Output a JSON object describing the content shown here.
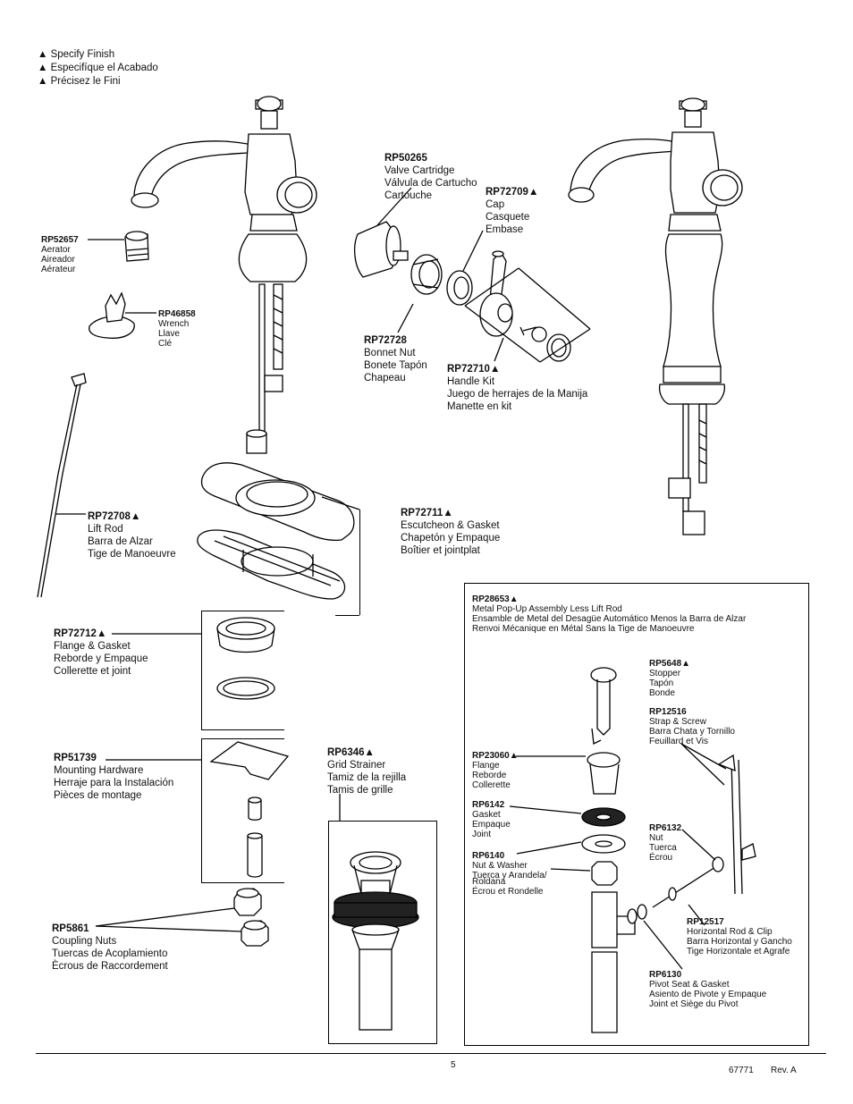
{
  "legend": {
    "symbol": "▲",
    "items": [
      "Specify Finish",
      "Especifíque el Acabado",
      "Précisez le Fini"
    ]
  },
  "parts": {
    "rp50265": {
      "code": "RP50265",
      "lines": [
        "Valve Cartridge",
        "Válvula de Cartucho",
        "Cartouche"
      ]
    },
    "rp72709": {
      "code": "RP72709▲",
      "lines": [
        "Cap",
        "Casquete",
        "Embase"
      ]
    },
    "rp52657": {
      "code": "RP52657",
      "lines": [
        "Aerator",
        "Aireador",
        "Aérateur"
      ]
    },
    "rp46858": {
      "code": "RP46858",
      "lines": [
        "Wrench",
        "Llave",
        "Clé"
      ]
    },
    "rp72728": {
      "code": "RP72728",
      "lines": [
        "Bonnet Nut",
        "Bonete Tapón",
        "Chapeau"
      ]
    },
    "rp72710": {
      "code": "RP72710▲",
      "lines": [
        "Handle Kit",
        "Juego de herrajes de la Manija",
        "Manette en kit"
      ]
    },
    "rp72708": {
      "code": "RP72708▲",
      "lines": [
        "Lift Rod",
        "Barra de Alzar",
        "Tige de Manoeuvre"
      ]
    },
    "rp72711": {
      "code": "RP72711▲",
      "lines": [
        "Escutcheon & Gasket",
        "Chapetón y Empaque",
        "Boîtier et jointplat"
      ]
    },
    "rp72712": {
      "code": "RP72712▲",
      "lines": [
        "Flange & Gasket",
        "Reborde y Empaque",
        "Collerette et joint"
      ]
    },
    "rp51739": {
      "code": "RP51739",
      "lines": [
        "Mounting Hardware",
        "Herraje para la Instalación",
        "Pièces de montage"
      ]
    },
    "rp6346": {
      "code": "RP6346▲",
      "lines": [
        "Grid Strainer",
        "Tamiz de la rejilla",
        "Tamis de grille"
      ]
    },
    "rp5861": {
      "code": "RP5861",
      "lines": [
        "Coupling Nuts",
        "Tuercas de Acoplamiento",
        "Ècrous de Raccordement"
      ]
    }
  },
  "popup": {
    "rp28653": {
      "code": "RP28653▲",
      "lines": [
        "Metal Pop-Up Assembly Less Lift Rod",
        "Ensamble de Metal del Desagüe Automático Menos la Barra de Alzar",
        "Renvoi Mécanique en Métal Sans la Tige de Manoeuvre"
      ]
    },
    "rp5648": {
      "code": "RP5648▲",
      "lines": [
        "Stopper",
        "Tapón",
        "Bonde"
      ]
    },
    "rp12516": {
      "code": "RP12516",
      "lines": [
        "Strap & Screw",
        "Barra Chata y Tornillo",
        "Feuillard et Vis"
      ]
    },
    "rp23060": {
      "code": "RP23060▲",
      "lines": [
        "Flange",
        "Reborde",
        "Collerette"
      ]
    },
    "rp6142": {
      "code": "RP6142",
      "lines": [
        "Gasket",
        "Empaque",
        "Joint"
      ]
    },
    "rp6132": {
      "code": "RP6132",
      "lines": [
        "Nut",
        "Tuerca",
        "Écrou"
      ]
    },
    "rp6140": {
      "code": "RP6140",
      "lines": [
        "Nut & Washer",
        "Tuerca y Arandela/",
        "Roldana",
        "Écrou et Rondelle"
      ]
    },
    "rp12517": {
      "code": "RP12517",
      "lines": [
        "Horizontal Rod & Clip",
        "Barra Horizontal y Gancho",
        "Tige Horizontale et Agrafe"
      ]
    },
    "rp6130": {
      "code": "RP6130",
      "lines": [
        "Pivot Seat & Gasket",
        "Asiento de Pivote y Empaque",
        "Joint et Siège du Pivot"
      ]
    }
  },
  "footer": {
    "page": "5",
    "doc": "67771",
    "rev": "Rev. A"
  }
}
